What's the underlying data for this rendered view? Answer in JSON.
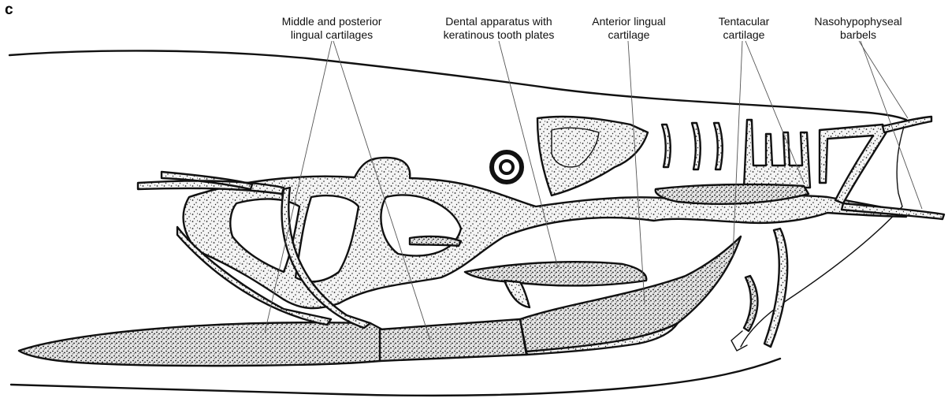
{
  "panel_letter": "c",
  "labels": {
    "lingual_mp": [
      "Middle and posterior",
      "lingual cartilages"
    ],
    "dental": [
      "Dental apparatus with",
      "keratinous tooth plates"
    ],
    "anterior": [
      "Anterior lingual",
      "cartilage"
    ],
    "tentacular": [
      "Tentacular",
      "cartilage"
    ],
    "barbels": [
      "Nasohypophyseal",
      "barbels"
    ]
  }
}
